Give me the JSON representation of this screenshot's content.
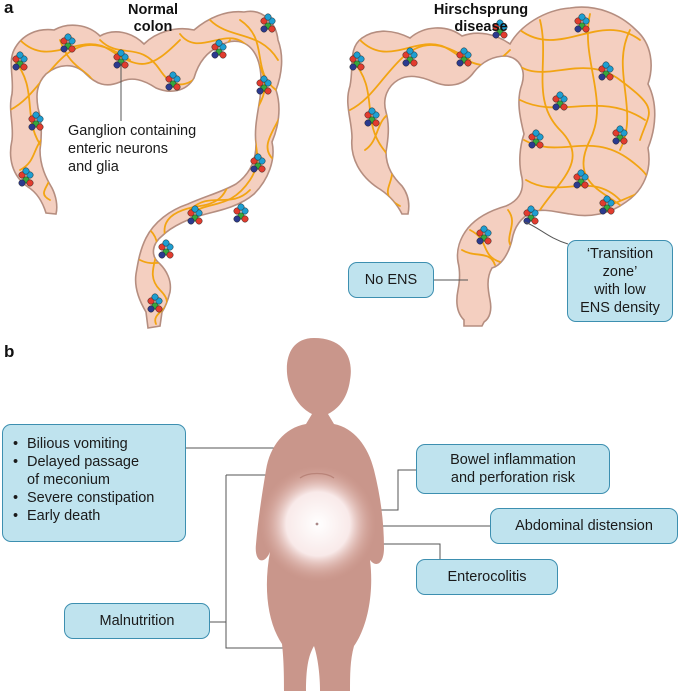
{
  "panel_a": {
    "letter": "a",
    "normal_title": [
      "Normal",
      "colon"
    ],
    "hd_title": [
      "Hirschsprung",
      "disease"
    ],
    "ganglion_label": [
      "Ganglion containing",
      "enteric neurons",
      "and glia"
    ],
    "no_ens_label": "No ENS",
    "transition_label": [
      "‘Transition",
      "zone’",
      "with low",
      "ENS density"
    ]
  },
  "panel_b": {
    "letter": "b",
    "symptoms": [
      "Bilious vomiting",
      "Delayed passage",
      "of meconium",
      "Severe constipation",
      "Early death"
    ],
    "bowel_label": [
      "Bowel inflammation",
      "and perforation risk"
    ],
    "distension_label": "Abdominal distension",
    "enterocolitis_label": "Enterocolitis",
    "malnutrition_label": "Malnutrition"
  },
  "colors": {
    "colon_fill": "#f4cfc0",
    "colon_outline": "#b58e80",
    "nerve": "#f2a413",
    "box_fill": "#bfe3ee",
    "box_border": "#3d8fb0",
    "child_skin": "#c9968b",
    "abdomen_glow": "#ffffff",
    "ganglion_colors": [
      "#e23c2e",
      "#1e9fd2",
      "#36a83e",
      "#2b3a8f"
    ]
  }
}
